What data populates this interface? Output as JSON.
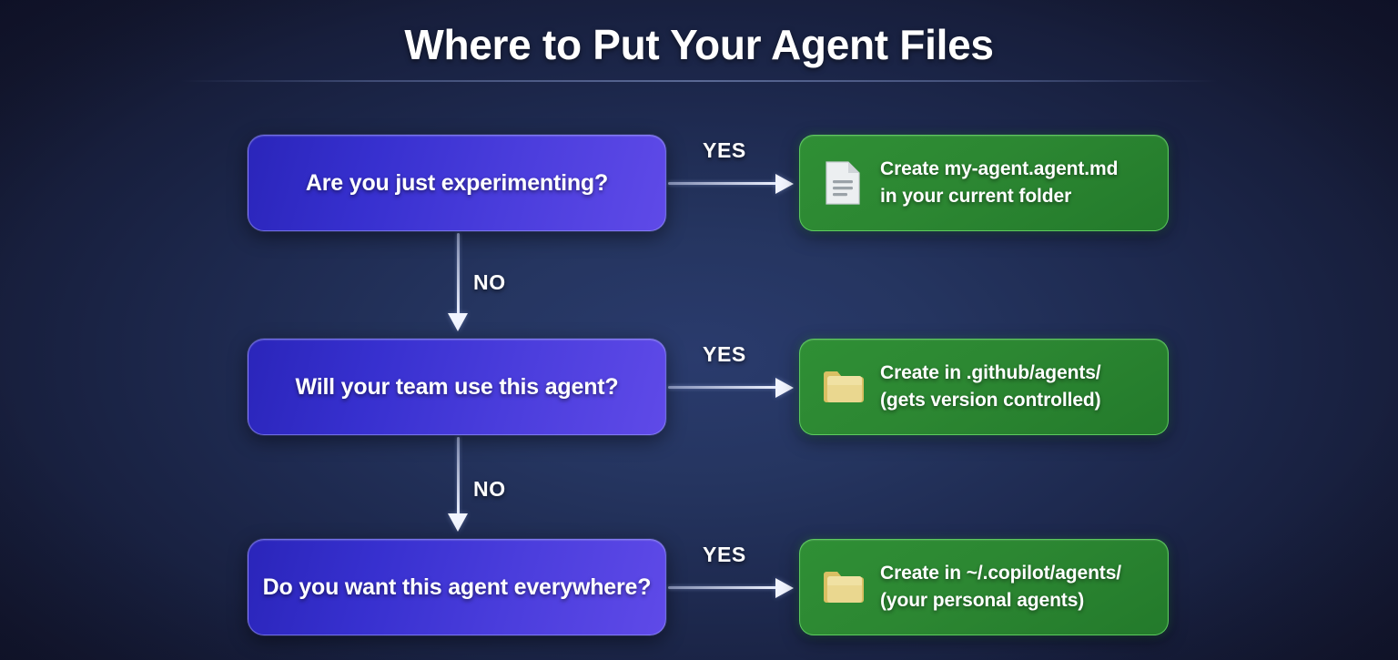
{
  "title": "Where to Put Your Agent Files",
  "colors": {
    "background_dark": "#10122a",
    "background_center": "#2a3b6d",
    "decision_gradient_start": "#2a25ba",
    "decision_gradient_end": "#5f4ae8",
    "result_green": "#2f8f35",
    "result_border_green": "#6ee16e",
    "arrow_white": "#f2f5ff",
    "text_white": "#ffffff",
    "folder_yellow": "#e8cf78",
    "document_white": "#eceff1"
  },
  "flow": {
    "branches": [
      {
        "decision": "Are you just experimenting?",
        "yes_label": "YES",
        "no_label": "NO",
        "result": {
          "icon": "document-icon",
          "line1": "Create my-agent.agent.md",
          "line2": "in your current folder"
        }
      },
      {
        "decision": "Will your team use this agent?",
        "yes_label": "YES",
        "no_label": "NO",
        "result": {
          "icon": "folder-icon",
          "line1": "Create in .github/agents/",
          "line2": "(gets version controlled)"
        }
      },
      {
        "decision": "Do you want this agent everywhere?",
        "yes_label": "YES",
        "no_label": "",
        "result": {
          "icon": "folder-icon",
          "line1": "Create in ~/.copilot/agents/",
          "line2": "(your personal agents)"
        }
      }
    ]
  }
}
